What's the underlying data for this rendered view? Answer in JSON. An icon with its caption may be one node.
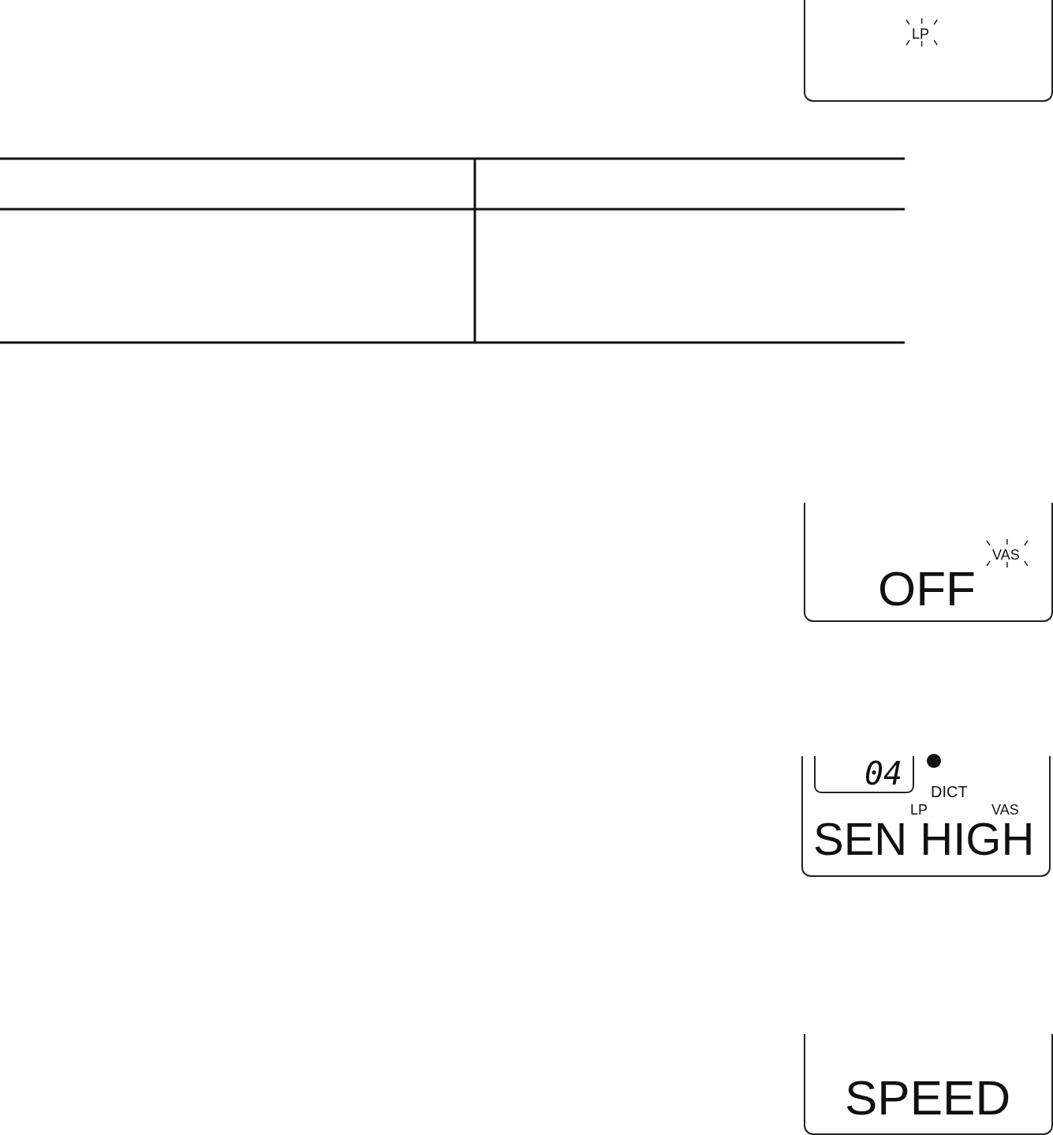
{
  "diagram": {
    "nodes": [
      {
        "text": [
          "LP"
        ]
      },
      {
        "text": [
          "OFF",
          "VAS"
        ]
      },
      {
        "text": [
          "DICT",
          "LP",
          "VAS",
          "SEN HIGH"
        ]
      },
      {
        "text": [
          "04"
        ],
        "in": 2
      },
      {
        "text": [
          "SPEED"
        ]
      }
    ]
  }
}
